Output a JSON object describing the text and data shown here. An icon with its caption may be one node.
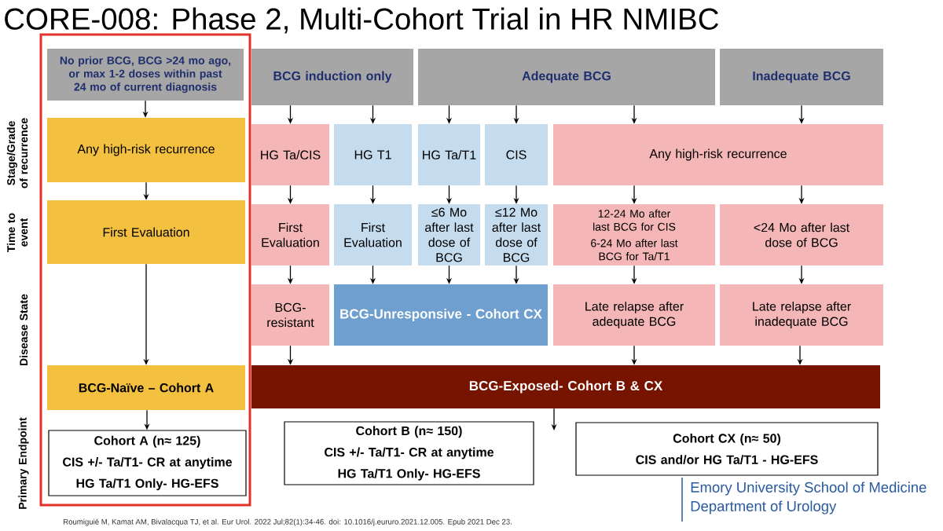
{
  "diagram": {
    "title": "CORE-008: Phase 2, Multi-Cohort Trial in HR NMIBC",
    "nodes": [
      {
        "text": [],
        "shape": "box"
      },
      {
        "text": [
          "No prior BCG, BCG >24 mo ago, or max 1-2 doses within past 24 mo of current diagnosis"
        ],
        "in": 0
      },
      {
        "text": [
          "BCG induction only"
        ]
      },
      {
        "text": [
          "Adequate BCG"
        ]
      },
      {
        "text": [
          "Inadequate BCG"
        ]
      },
      {
        "text": [
          "Any high-risk recurrence"
        ],
        "in": 0
      },
      {
        "text": [
          "HG Ta/CIS"
        ]
      },
      {
        "text": [
          "HG T1"
        ]
      },
      {
        "text": [
          "HG Ta/T1"
        ]
      },
      {
        "text": [
          "CIS"
        ]
      },
      {
        "text": [
          "Any high-risk recurrence"
        ]
      },
      {
        "text": [
          "First Evaluation"
        ],
        "in": 0
      },
      {
        "text": [
          "First Evaluation"
        ]
      },
      {
        "text": [
          "First Evaluation"
        ]
      },
      {
        "text": [
          "≤6 Mo after last dose of BCG"
        ]
      },
      {
        "text": [
          "≤12 Mo after last dose of BCG"
        ]
      },
      {
        "text": [
          "12-24 Mo after last BCG for CIS",
          "6-24 Mo after last BCG for Ta/T1"
        ]
      },
      {
        "text": [
          "<24 Mo after last dose of BCG"
        ]
      },
      {
        "text": [
          "BCG-resistant"
        ]
      },
      {
        "text": [
          "BCG-Unresponsive - Cohort CX"
        ]
      },
      {
        "text": [
          "Late relapse after adequate BCG"
        ]
      },
      {
        "text": [
          "Late relapse after inadequate BCG"
        ]
      },
      {
        "text": [
          "BCG-Naïve – Cohort A"
        ],
        "in": 0
      },
      {
        "text": [
          "BCG-Exposed- Cohort B & CX"
        ]
      },
      {
        "text": [
          "Cohort A (n≈ 125)",
          "CIS +/- Ta/T1- CR at anytime",
          "HG Ta/T1 Only- HG-EFS"
        ],
        "in": 0
      },
      {
        "text": [
          "Cohort B (n≈ 150)",
          "CIS +/- Ta/T1- CR at anytime",
          "HG Ta/T1 Only- HG-EFS"
        ]
      },
      {
        "text": [
          "Cohort CX (n≈ 50)",
          "CIS and/or HG Ta/T1 - HG-EFS"
        ]
      }
    ],
    "edges": [
      {
        "from": 1,
        "to": 5,
        "arrow": "to"
      },
      {
        "from": 5,
        "to": 11,
        "arrow": "to"
      },
      {
        "from": 11,
        "to": 22,
        "arrow": "to"
      },
      {
        "from": 22,
        "to": 24,
        "arrow": "to"
      },
      {
        "from": 2,
        "to": 6,
        "arrow": "to"
      },
      {
        "from": 2,
        "to": 7,
        "arrow": "to"
      },
      {
        "from": 3,
        "to": 8,
        "arrow": "to"
      },
      {
        "from": 3,
        "to": 9,
        "arrow": "to"
      },
      {
        "from": 3,
        "to": 10,
        "arrow": "to"
      },
      {
        "from": 4,
        "to": 10,
        "arrow": "to"
      },
      {
        "from": 6,
        "to": 12,
        "arrow": "to"
      },
      {
        "from": 7,
        "to": 13,
        "arrow": "to"
      },
      {
        "from": 8,
        "to": 14,
        "arrow": "to"
      },
      {
        "from": 9,
        "to": 15,
        "arrow": "to"
      },
      {
        "from": 10,
        "to": 16,
        "arrow": "to"
      },
      {
        "from": 10,
        "to": 17,
        "arrow": "to"
      },
      {
        "from": 12,
        "to": 18,
        "arrow": "to"
      },
      {
        "from": 13,
        "to": 19,
        "arrow": "to"
      },
      {
        "from": 14,
        "to": 19,
        "arrow": "to"
      },
      {
        "from": 15,
        "to": 19,
        "arrow": "to"
      },
      {
        "from": 16,
        "to": 20,
        "arrow": "to"
      },
      {
        "from": 17,
        "to": 21,
        "arrow": "to"
      },
      {
        "from": 18,
        "to": 23,
        "arrow": "to"
      },
      {
        "from": 20,
        "to": 23,
        "arrow": "to"
      },
      {
        "from": 21,
        "to": 23,
        "arrow": "to"
      },
      {
        "from": 23,
        "to": null,
        "arrow": "to"
      }
    ],
    "labels": [
      "Stage/Grade of recurrence",
      "Time to event",
      "Disease State",
      "Primary Endpoint",
      "Roumiguié M, Kamat AM, Bivalacqua TJ, et al. Eur Urol. 2022 Jul;82(1):34-46. doi: 10.1016/j.eururo.2021.12.005. Epub 2021 Dec 23.",
      "Emory University School of Medicine",
      "Department of Urology"
    ]
  }
}
